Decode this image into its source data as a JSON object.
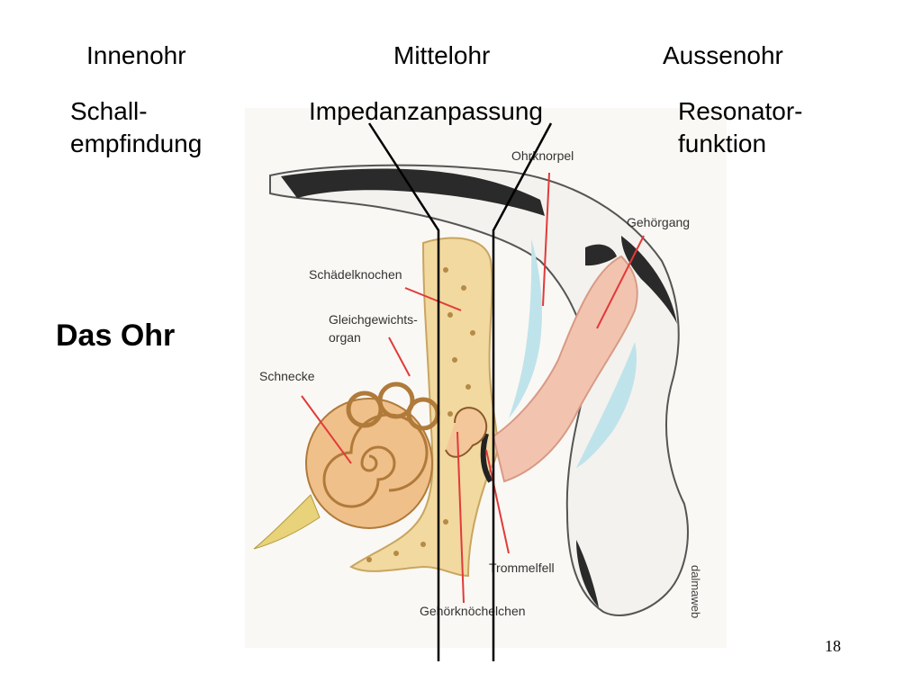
{
  "headers": {
    "inner": "Innenohr",
    "middle": "Mittelohr",
    "outer": "Aussenohr"
  },
  "functions": {
    "inner_line1": "Schall-",
    "inner_line2": "empfindung",
    "middle": "Impedanzanpassung",
    "outer_line1": "Resonator-",
    "outer_line2": "funktion"
  },
  "title": "Das Ohr",
  "figure": {
    "labels": {
      "cartilage": "Ohrknorpel",
      "ear_canal": "Gehörgang",
      "skull_bone": "Schädelknochen",
      "balance_organ_line1": "Gleichgewichts-",
      "balance_organ_line2": "organ",
      "cochlea": "Schnecke",
      "eardrum": "Trommelfell",
      "ossicles": "Gehörknöchelchen"
    },
    "credit": "dalmaweb"
  },
  "page_number": "18"
}
